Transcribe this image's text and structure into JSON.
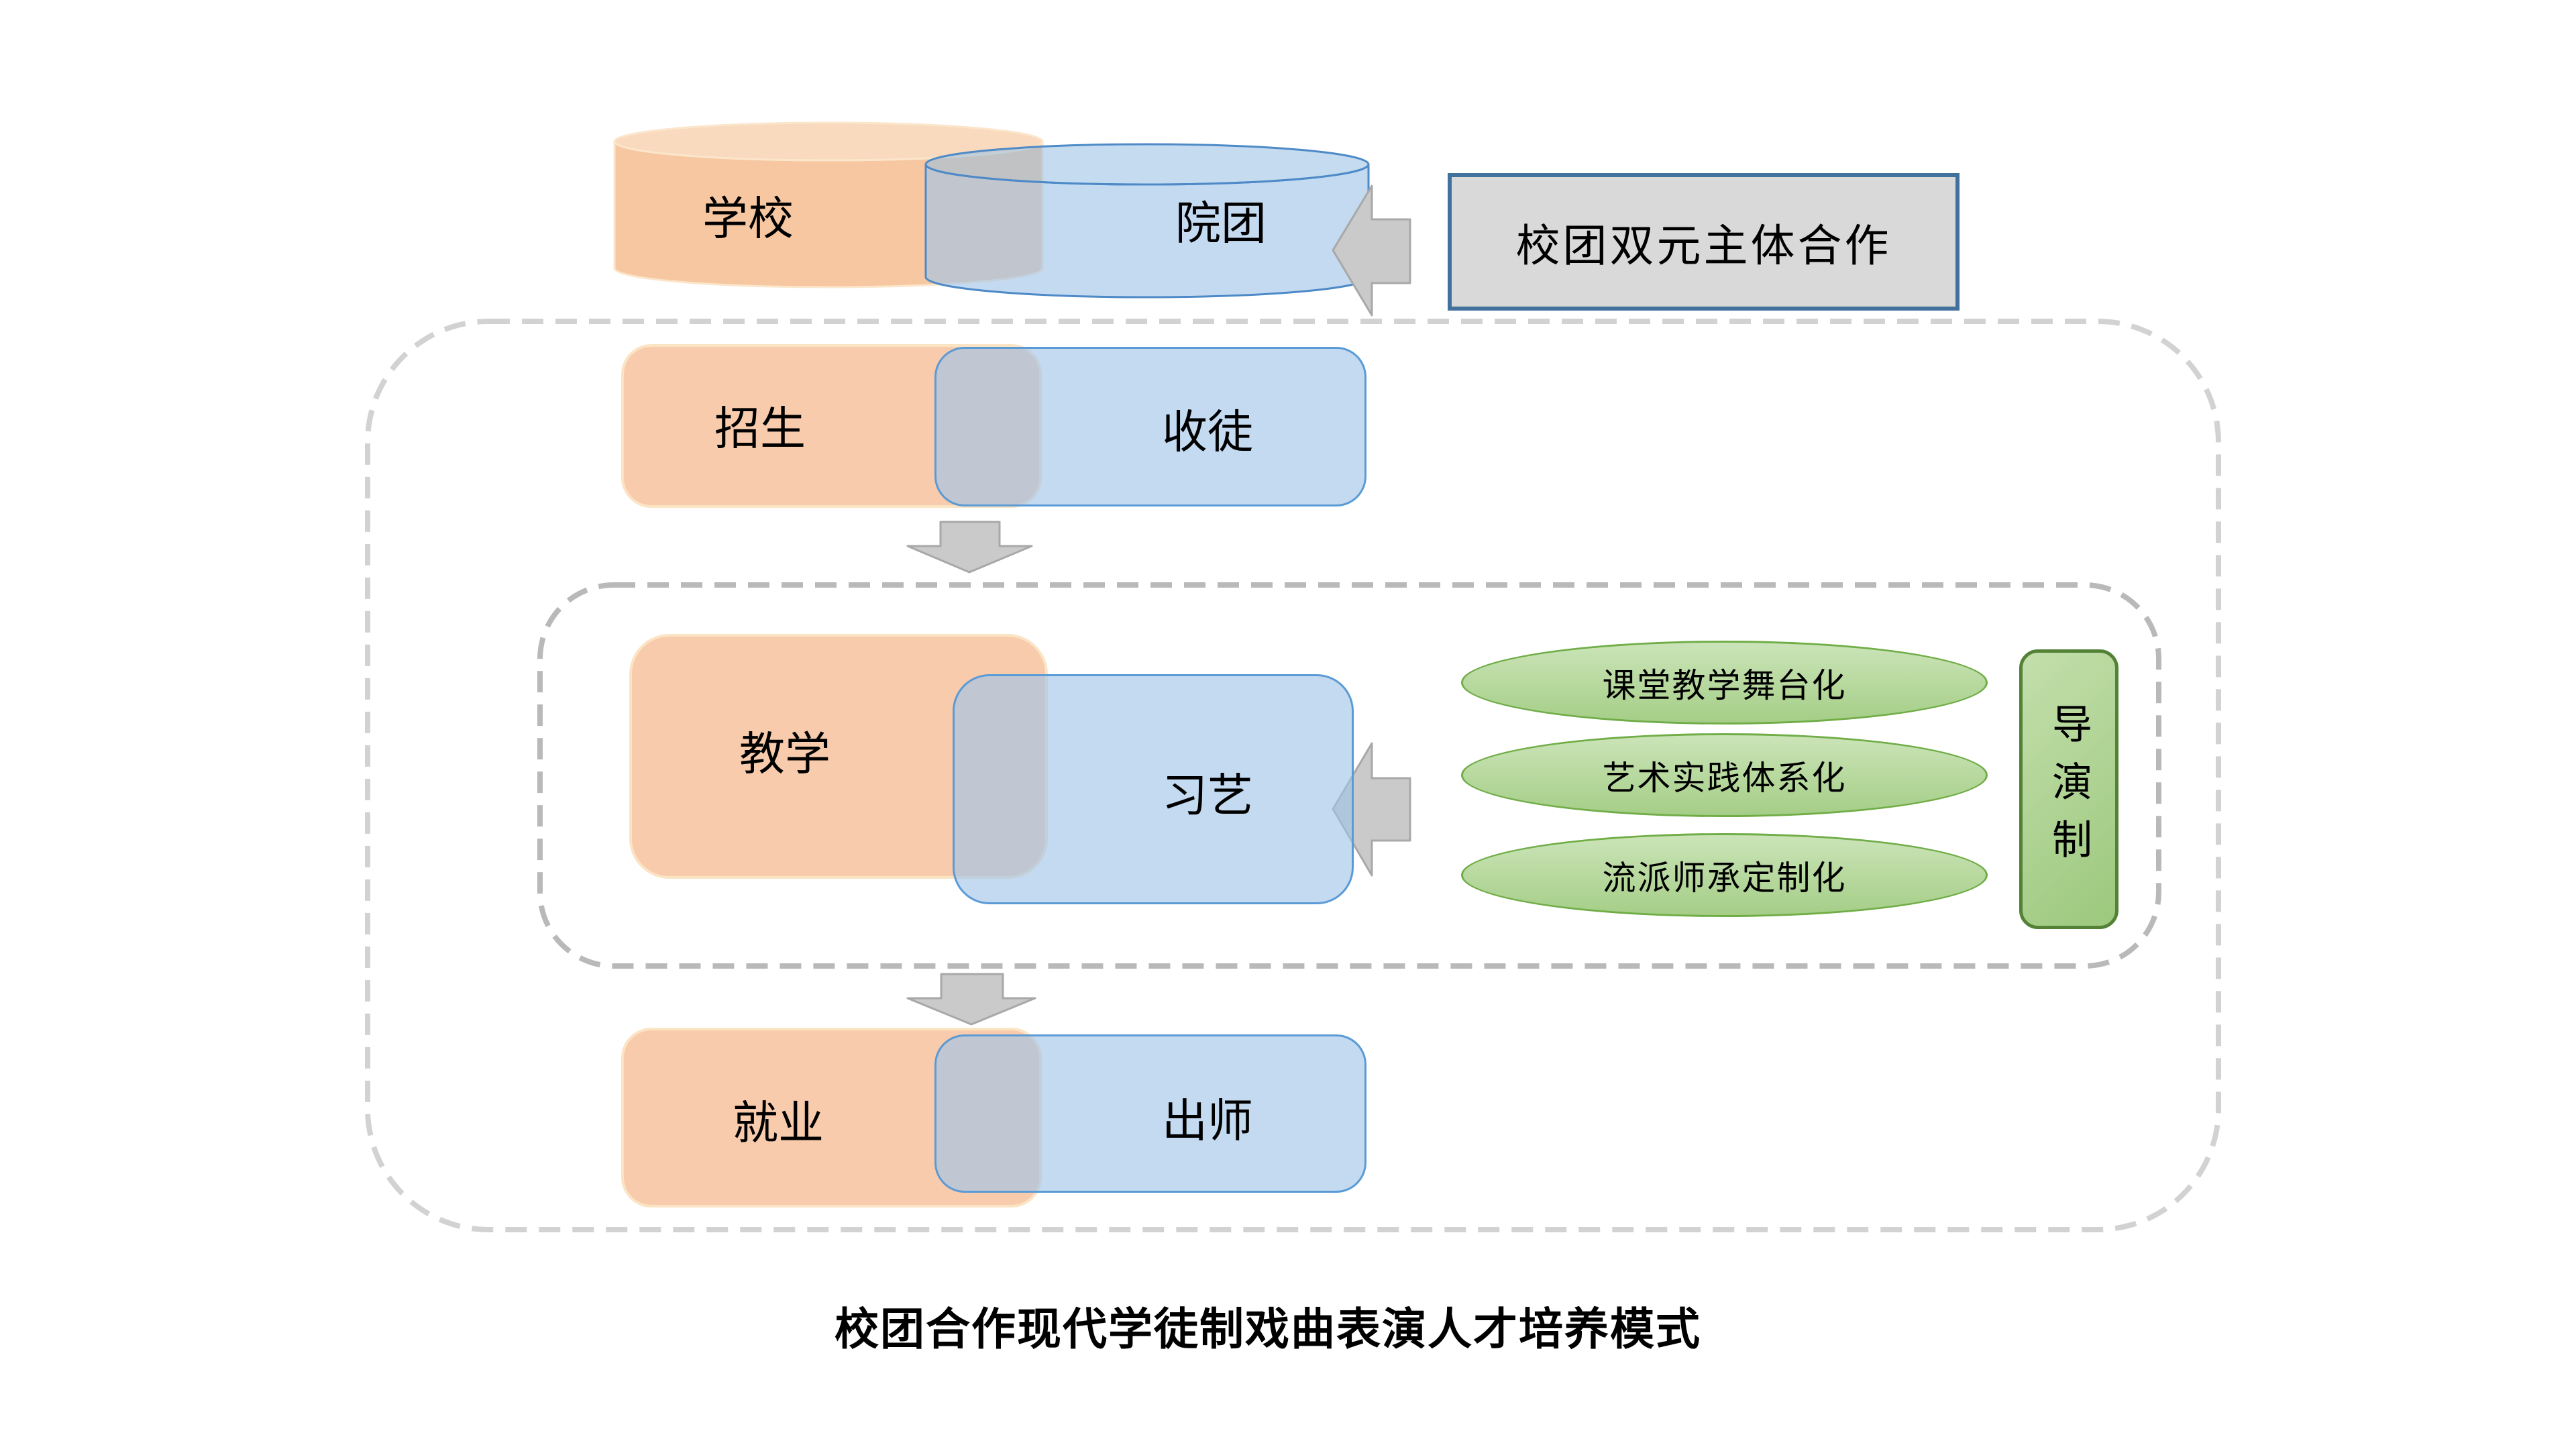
{
  "diagram": {
    "entities": {
      "school": "学校",
      "troupe": "院团"
    },
    "cooperation_label": "校团双元主体合作",
    "school_stages": {
      "enroll": "招生",
      "teach": "教学",
      "employ": "就业"
    },
    "troupe_stages": {
      "apprentice": "收徒",
      "practice": "习艺",
      "graduate": "出师"
    },
    "teaching_methods": [
      "课堂教学舞台化",
      "艺术实践体系化",
      "流派师承定制化"
    ],
    "director_system": "导演制",
    "caption": "校团合作现代学徒制戏曲表演人才培养模式"
  },
  "colors": {
    "orange_fill": "#F8CBAD",
    "orange_cylinder_top": "#FADABF",
    "blue_fill": "#BDD7EE",
    "blue_border": "#5B9BD5",
    "green_fill": "#A9D18E",
    "green_border": "#70AD47",
    "green_dark_border": "#538135",
    "gray_box_fill": "#D9D9D9",
    "gray_box_border": "#41719C",
    "arrow_gray": "#CACACA",
    "outer_dash": "#D2D2D2",
    "inner_dash": "#B9B9B9"
  }
}
